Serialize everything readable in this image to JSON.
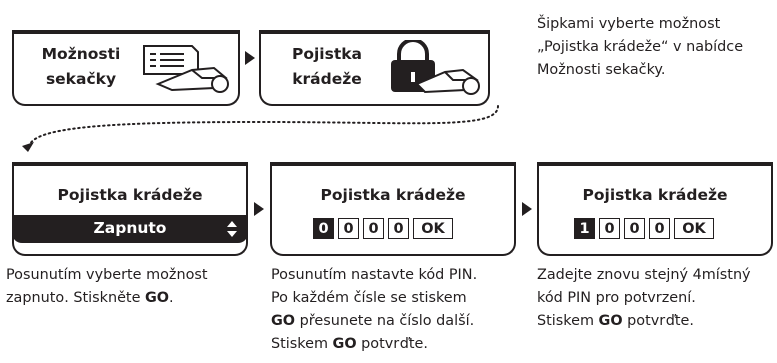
{
  "menu_options": {
    "label_line1": "Možnosti",
    "label_line2": "sekačky",
    "icon": "menu-list-mower-icon"
  },
  "menu_theft": {
    "label_line1": "Pojistka",
    "label_line2": "krádeže",
    "icon": "padlock-mower-icon"
  },
  "top_instruction": {
    "line1": "Šipkami vyberte možnost",
    "line2": "„Pojistka krádeže“ v nabídce",
    "line3": "Možnosti sekačky."
  },
  "screen1": {
    "title": "Pojistka krádeže",
    "value": "Zapnuto",
    "icon": "up-down-arrows-icon"
  },
  "screen2": {
    "title": "Pojistka krádeže",
    "pin": [
      "0",
      "0",
      "0",
      "0"
    ],
    "ok": "OK"
  },
  "screen3": {
    "title": "Pojistka krádeže",
    "pin": [
      "1",
      "0",
      "0",
      "0"
    ],
    "ok": "OK"
  },
  "caption1": {
    "line1": "Posunutím vyberte možnost",
    "line2_pre": "zapnutо. Stiskněte ",
    "go": "GO",
    "line2_post": "."
  },
  "caption2": {
    "line1": "Posunutím nastavte kód PIN.",
    "line2": "Po každém čísle se stiskem",
    "go1": "GO",
    "line3_post": " přesunete na číslo další.",
    "line4_pre": "Stiskem ",
    "go2": "GO",
    "line4_post": " potvrďte."
  },
  "caption3": {
    "line1": "Zadejte znovu stejný 4místný",
    "line2": "kód PIN pro potvrzení.",
    "line3_pre": "Stiskem ",
    "go": "GO",
    "line3_post": " potvrďte."
  },
  "colors": {
    "ink": "#231f20",
    "paper": "#ffffff"
  }
}
